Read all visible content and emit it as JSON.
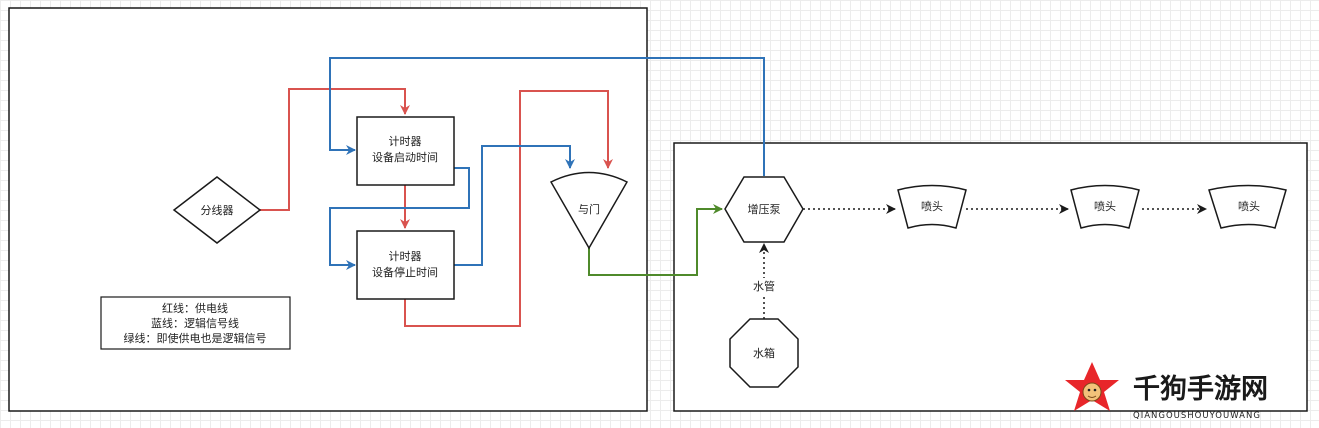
{
  "nodes": {
    "splitter": "分线器",
    "timer_start_title": "计时器",
    "timer_start_sub": "设备启动时间",
    "timer_stop_title": "计时器",
    "timer_stop_sub": "设备停止时间",
    "and_gate": "与门",
    "pump": "增压泵",
    "nozzle_1": "喷头",
    "nozzle_2": "喷头",
    "nozzle_3": "喷头",
    "water_tank": "水箱"
  },
  "edge_labels": {
    "water_pipe": "水管"
  },
  "legend": {
    "line_red": "红线：供电线",
    "line_blue": "蓝线：逻辑信号线",
    "line_green": "绿线：即使供电也是逻辑信号"
  },
  "colors": {
    "power_line": "#d9534f",
    "logic_line": "#2f73b8",
    "green_line": "#4f8a2b",
    "node_stroke": "#1a1a1a"
  },
  "watermark": {
    "name": "千狗手游网",
    "pinyin": "QIANGOUSHOUYOUWANG"
  }
}
